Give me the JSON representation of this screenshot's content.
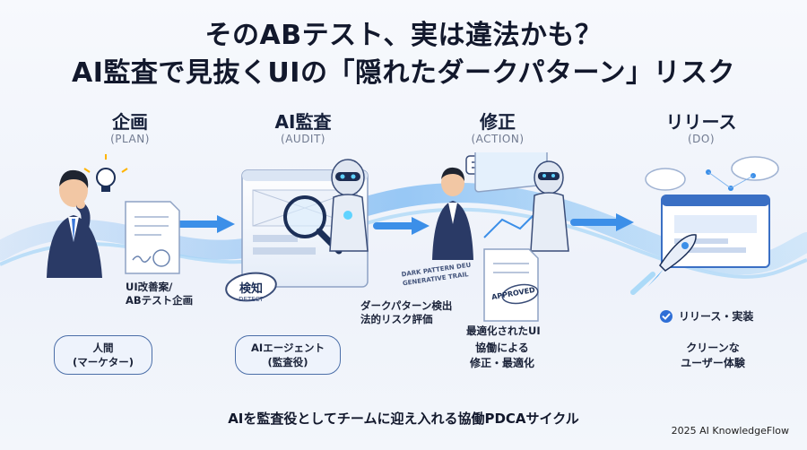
{
  "title_line1": "そのABテスト、実は違法かも？",
  "title_line2": "AI監査で見抜くUIの「隠れたダークパターン」リスク",
  "stages": [
    {
      "title": "企画",
      "sub": "(PLAN)"
    },
    {
      "title": "AI監査",
      "sub": "(AUDIT)"
    },
    {
      "title": "修正",
      "sub": "(ACTION)"
    },
    {
      "title": "リリース",
      "sub": "(DO)"
    }
  ],
  "plan": {
    "doc_label_1": "UI改善案/",
    "doc_label_2": "ABテスト企画",
    "bubble_1": "人間",
    "bubble_2": "(マーケター)"
  },
  "audit": {
    "stamp_main": "検知",
    "stamp_sub": "DETECT",
    "callout_1": "ダークパターン検出",
    "callout_2": "法的リスク評価",
    "bubble_1": "AIエージェント",
    "bubble_2": "(監査役)",
    "banner_1": "DARK PATTERN DEU",
    "banner_2": "GENERATIVE TRAIL"
  },
  "action": {
    "stamp": "APPROVED",
    "label_optimized": "最適化されたUI",
    "caption_1": "協働による",
    "caption_2": "修正・最適化"
  },
  "release": {
    "check_label": "リリース・実装",
    "caption_1": "クリーンな",
    "caption_2": "ユーザー体験"
  },
  "bottom_caption": "AIを監査役としてチームに迎え入れる協働PDCAサイクル",
  "copyright": "2025 AI KnowledgeFlow",
  "colors": {
    "accent_blue": "#2f6fd6",
    "navy": "#1c2f57",
    "light_blue": "#9fd0f5"
  }
}
